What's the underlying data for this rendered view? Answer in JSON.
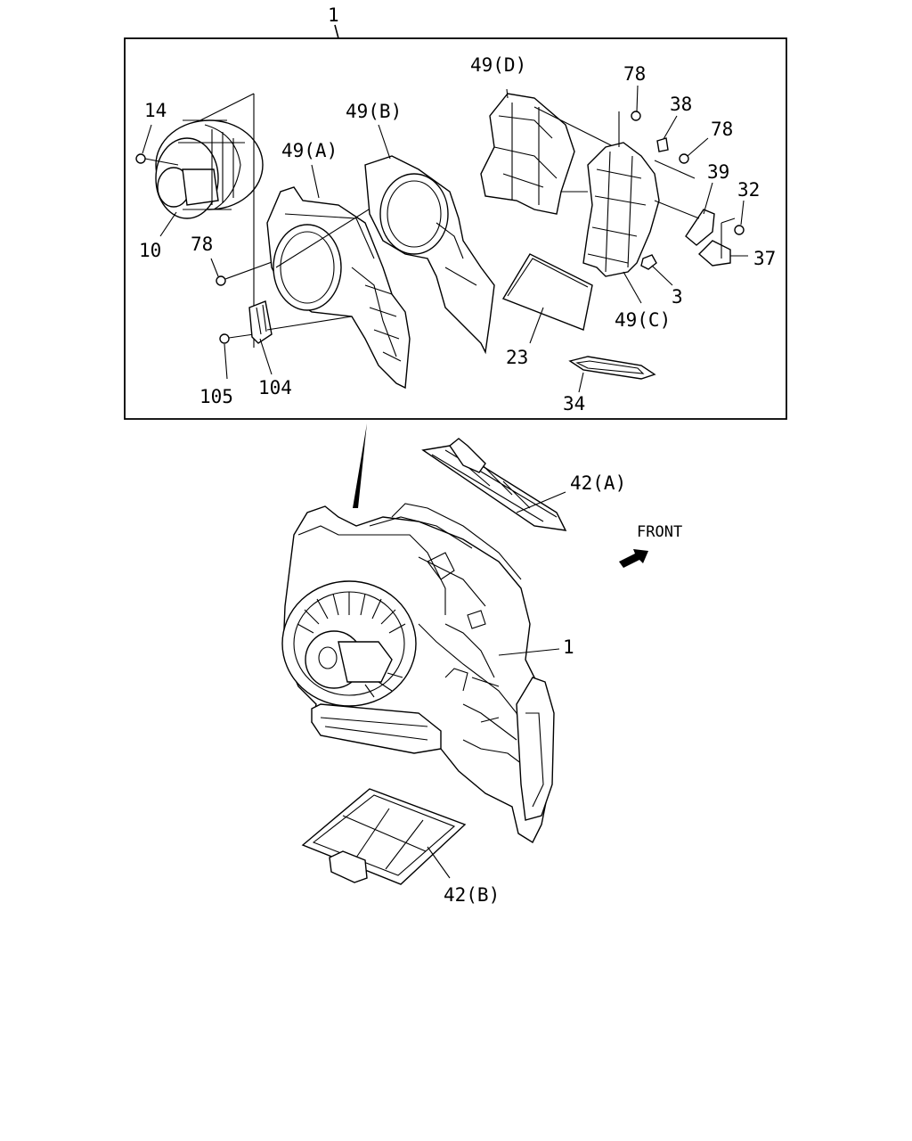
{
  "diagram": {
    "assembly_label": "1",
    "callouts": {
      "c1_top": "1",
      "c14": "14",
      "c10": "10",
      "c78_left": "78",
      "c105": "105",
      "c104": "104",
      "c49a": "49(A)",
      "c49b": "49(B)",
      "c49d": "49(D)",
      "c78_top": "78",
      "c38": "38",
      "c78_right": "78",
      "c39": "39",
      "c32": "32",
      "c37": "37",
      "c3": "3",
      "c49c": "49(C)",
      "c23": "23",
      "c34": "34",
      "c42a": "42(A)",
      "c42b": "42(B)",
      "c1_bottom": "1"
    },
    "front_label": "FRONT"
  }
}
